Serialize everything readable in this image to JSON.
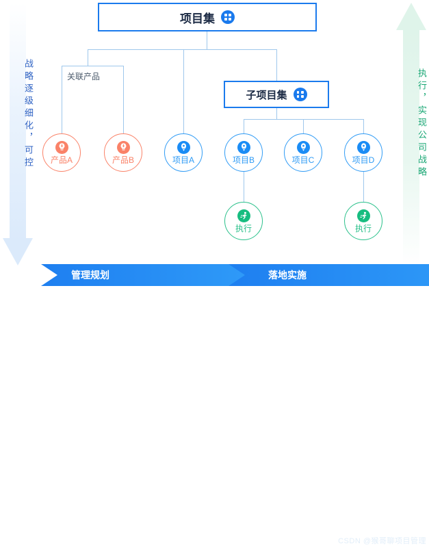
{
  "diagram": {
    "nodes": {
      "program": {
        "label": "项目集",
        "icon": "grid-icon"
      },
      "subprogram": {
        "label": "子项目集",
        "icon": "grid-icon"
      },
      "related_products_label": "关联产品"
    },
    "products": [
      {
        "label": "产品A",
        "icon": "lightbulb-icon",
        "color": "#fa8268"
      },
      {
        "label": "产品B",
        "icon": "lightbulb-icon",
        "color": "#fa8268"
      }
    ],
    "projects": [
      {
        "label": "项目A",
        "icon": "rocket-icon",
        "color": "#2f9bf5"
      },
      {
        "label": "项目B",
        "icon": "rocket-icon",
        "color": "#2f9bf5"
      },
      {
        "label": "项目C",
        "icon": "rocket-icon",
        "color": "#2f9bf5"
      },
      {
        "label": "项目D",
        "icon": "rocket-icon",
        "color": "#2f9bf5"
      }
    ],
    "executions": [
      {
        "label": "执行",
        "icon": "runner-icon",
        "color": "#29c08a"
      },
      {
        "label": "执行",
        "icon": "runner-icon",
        "color": "#29c08a"
      }
    ],
    "side_arrows": {
      "left": {
        "text": "战略逐级细化，可控",
        "direction": "down",
        "color": "#2f63c4"
      },
      "right": {
        "text": "执行，实现公司战略",
        "direction": "up",
        "color": "#17a673"
      }
    },
    "bottom_phases": [
      {
        "label": "管理规划",
        "color": "#1e7ff0"
      },
      {
        "label": "落地实施",
        "color": "#2f9bf8"
      }
    ],
    "watermark": "CSDN @猴哥聊项目管理"
  }
}
